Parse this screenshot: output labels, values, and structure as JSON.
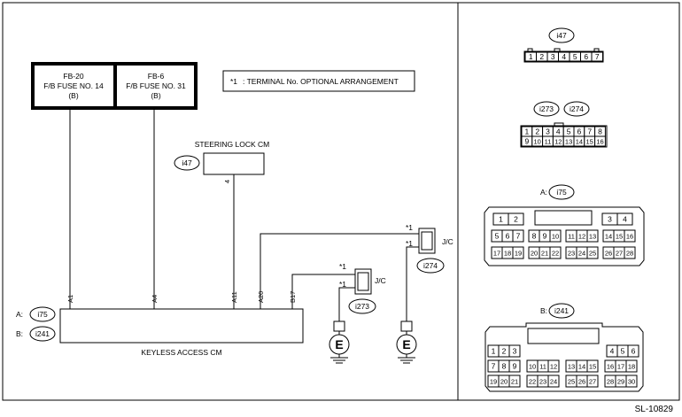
{
  "fuses": [
    {
      "name": "FB-20",
      "desc": "F/B FUSE NO. 14",
      "tag": "(B)"
    },
    {
      "name": "FB-6",
      "desc": "F/B FUSE NO. 31",
      "tag": "(B)"
    }
  ],
  "note": {
    "star": "*1",
    "text": ": TERMINAL No. OPTIONAL ARRANGEMENT"
  },
  "steering_lock": {
    "label": "STEERING LOCK CM",
    "connector": "i47",
    "pin": "4"
  },
  "keyless": {
    "label": "KEYLESS ACCESS CM",
    "conn_a_prefix": "A:",
    "conn_a": "i75",
    "conn_b_prefix": "B:",
    "conn_b": "i241",
    "pins": [
      "A1",
      "A4",
      "A11",
      "A20",
      "B17"
    ]
  },
  "jc_upper": {
    "label": "J/C",
    "connector": "i274",
    "stars": [
      "*1",
      "*1"
    ]
  },
  "jc_lower": {
    "label": "J/C",
    "connector": "i273",
    "stars": [
      "*1",
      "*1"
    ]
  },
  "ground_symbol": "E",
  "connectors": {
    "i47": {
      "name": "i47",
      "pins": [
        "1",
        "2",
        "3",
        "4",
        "5",
        "6",
        "7"
      ]
    },
    "i273_i274": {
      "names": [
        "i273",
        "i274"
      ],
      "row1": [
        "1",
        "2",
        "3",
        "4",
        "5",
        "6",
        "7",
        "8"
      ],
      "row2": [
        "9",
        "10",
        "11",
        "12",
        "13",
        "14",
        "15",
        "16"
      ]
    },
    "i75": {
      "prefix": "A:",
      "name": "i75",
      "row1": [
        [
          "1",
          "2"
        ],
        [
          "3",
          "4"
        ]
      ],
      "row2": [
        [
          "5",
          "6",
          "7"
        ],
        [
          "8",
          "9",
          "10"
        ],
        [
          "11",
          "12",
          "13"
        ],
        [
          "14",
          "15",
          "16"
        ]
      ],
      "row3": [
        [
          "17",
          "18",
          "19"
        ],
        [
          "20",
          "21",
          "22"
        ],
        [
          "23",
          "24",
          "25"
        ],
        [
          "26",
          "27",
          "28"
        ]
      ]
    },
    "i241": {
      "prefix": "B:",
      "name": "i241",
      "row1": [
        [
          "1",
          "2",
          "3"
        ],
        [
          "4",
          "5",
          "6"
        ]
      ],
      "row2": [
        [
          "7",
          "8",
          "9"
        ],
        [
          "10",
          "11",
          "12"
        ],
        [
          "13",
          "14",
          "15"
        ],
        [
          "16",
          "17",
          "18"
        ]
      ],
      "row3": [
        [
          "19",
          "20",
          "21"
        ],
        [
          "22",
          "23",
          "24"
        ],
        [
          "25",
          "26",
          "27"
        ],
        [
          "28",
          "29",
          "30"
        ]
      ]
    }
  },
  "diagram_id": "SL-10829"
}
